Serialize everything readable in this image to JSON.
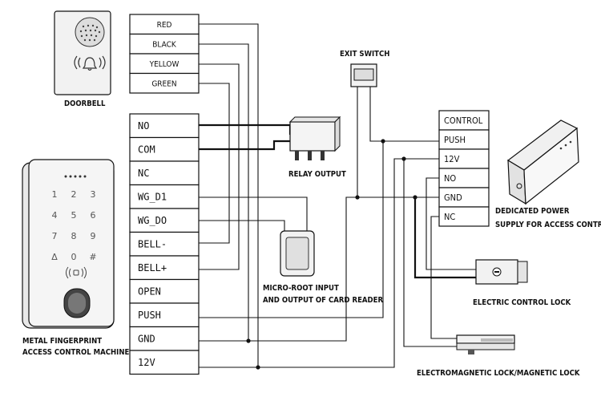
{
  "captions": {
    "doorbell": "DOORBELL",
    "machine_line1": "METAL FINGERPRINT",
    "machine_line2": "ACCESS CONTROL MACHINE",
    "exit_switch": "EXIT SWITCH",
    "relay_output": "RELAY OUTPUT",
    "card_reader_line1": "MICRO-ROOT INPUT",
    "card_reader_line2": "AND OUTPUT OF CARD READER",
    "power_line1": "DEDICATED POWER",
    "power_line2": "SUPPLY FOR ACCESS CONTROL",
    "electric_lock": "ELECTRIC CONTROL LOCK",
    "magnetic_lock": "ELECTROMAGNETIC LOCK/MAGNETIC LOCK"
  },
  "doorbell_wires": [
    "RED",
    "BLACK",
    "YELLOW",
    "GREEN"
  ],
  "machine_terminals": [
    "NO",
    "COM",
    "NC",
    "WG_D1",
    "WG_DO",
    "BELL-",
    "BELL+",
    "OPEN",
    "PUSH",
    "GND",
    "12V"
  ],
  "power_terminals": [
    "CONTROL",
    "PUSH",
    "12V",
    "NO",
    "GND",
    "NC"
  ],
  "keypad_keys": [
    "1",
    "2",
    "3",
    "4",
    "5",
    "6",
    "7",
    "8",
    "9",
    "Δ",
    "0",
    "#"
  ]
}
